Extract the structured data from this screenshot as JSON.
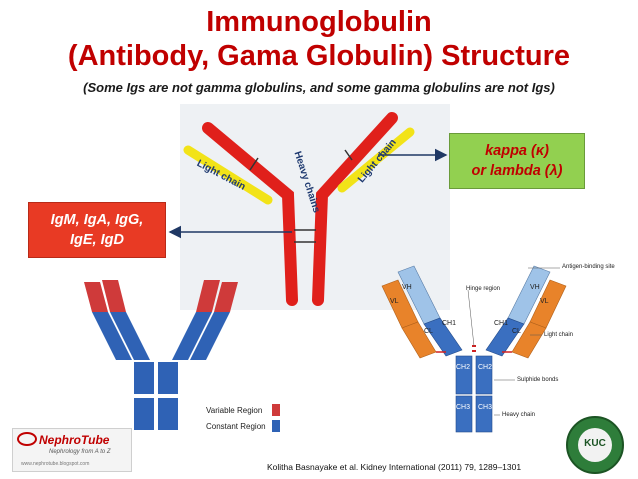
{
  "title": {
    "line1": "Immunoglobulin",
    "line2": "(Antibody, Gama Globulin) Structure",
    "subtitle": "(Some Igs are not gamma globulins, and some gamma globulins are not Igs)"
  },
  "callouts": {
    "light_chain_types": [
      "kappa (κ)",
      "or lambda (λ)"
    ],
    "heavy_chain_classes": [
      "IgM, IgA, IgG,",
      "IgE, IgD"
    ]
  },
  "central_diagram": {
    "label_light_left": "Light chain",
    "label_heavy": "Heavy chains",
    "label_light_right": "Light chain"
  },
  "left_diagram": {
    "legend": [
      {
        "label": "Variable Region",
        "color": "#cf3a3a"
      },
      {
        "label": "Constant Region",
        "color": "#2f62b5"
      }
    ]
  },
  "right_diagram": {
    "labels": {
      "vh": "VH",
      "vl": "VL",
      "ch1": "CH1",
      "cl": "CL",
      "ch2": "CH2",
      "ch3": "CH3",
      "hinge": "Hinge region",
      "antigen_site": "Antigen-binding site",
      "light_chain": "Light chain",
      "disulfide": "Sulphide bonds",
      "heavy_chain": "Heavy chain"
    },
    "colors": {
      "variable": "#e8832a",
      "constant": "#3a6fc0",
      "vh": "#9fc3e8"
    }
  },
  "logo": {
    "name": "NephroTube",
    "tagline": "Nephrology from A to Z",
    "url": "www.nephrotube.blogspot.com"
  },
  "seal": {
    "letters": "KUC"
  },
  "citation": "Kolitha Basnayake et al. Kidney International (2011) 79, 1289–1301",
  "colors": {
    "title": "#c00000",
    "heavy_chain": "#e0201b",
    "light_chain": "#f2e318",
    "kappa_box": "#92d050",
    "class_box": "#e83a24"
  }
}
